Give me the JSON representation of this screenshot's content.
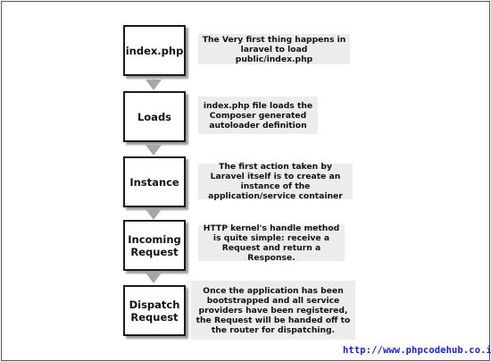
{
  "steps": [
    {
      "label": "index.php",
      "description": "The Very first thing happens in laravel to load public/index.php"
    },
    {
      "label": "Loads",
      "description": "index.php file loads the Composer generated autoloader definition"
    },
    {
      "label": "Instance",
      "description": "The first action taken by Laravel itself is to create an instance of the application/service container"
    },
    {
      "label": "Incoming Request",
      "description": "HTTP kernel's handle method is quite simple: receive a Request and return a Response."
    },
    {
      "label": "Dispatch Request",
      "description": "Once the application has been bootstrapped and all service providers have been registered, the Request will be handed off to the router for dispatching."
    }
  ],
  "watermark": "http://www.phpcodehub.co.in/"
}
